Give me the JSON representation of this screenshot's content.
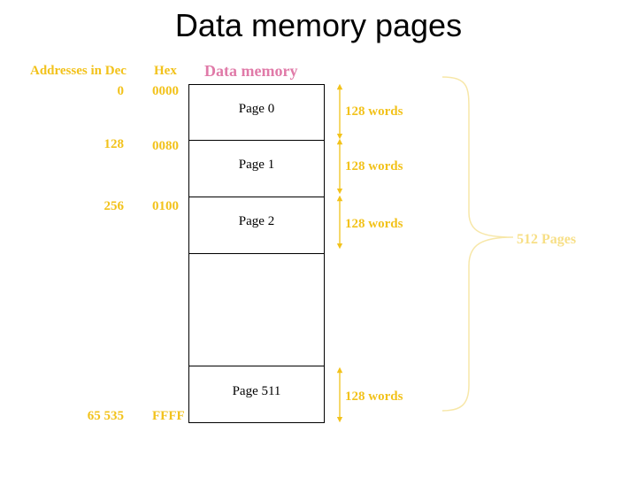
{
  "title": "Data memory pages",
  "colors": {
    "label": "#f2c21b",
    "memory_header": "#e07aa8",
    "pages_label": "#f7df86",
    "brace": "#f7e7a8",
    "box": "#000000"
  },
  "headers": {
    "dec": "Addresses in Dec",
    "hex": "Hex",
    "memory": "Data memory"
  },
  "rows": [
    {
      "dec": "0",
      "hex": "0000",
      "page": "Page 0",
      "words": "128 words"
    },
    {
      "dec": "128",
      "hex": "0080",
      "page": "Page 1",
      "words": "128 words"
    },
    {
      "dec": "256",
      "hex": "0100",
      "page": "Page 2",
      "words": "128 words"
    },
    {
      "dec": "65 535",
      "hex": "FFFF",
      "page": "Page 511",
      "words": "128 words"
    }
  ],
  "total_pages": "512 Pages"
}
